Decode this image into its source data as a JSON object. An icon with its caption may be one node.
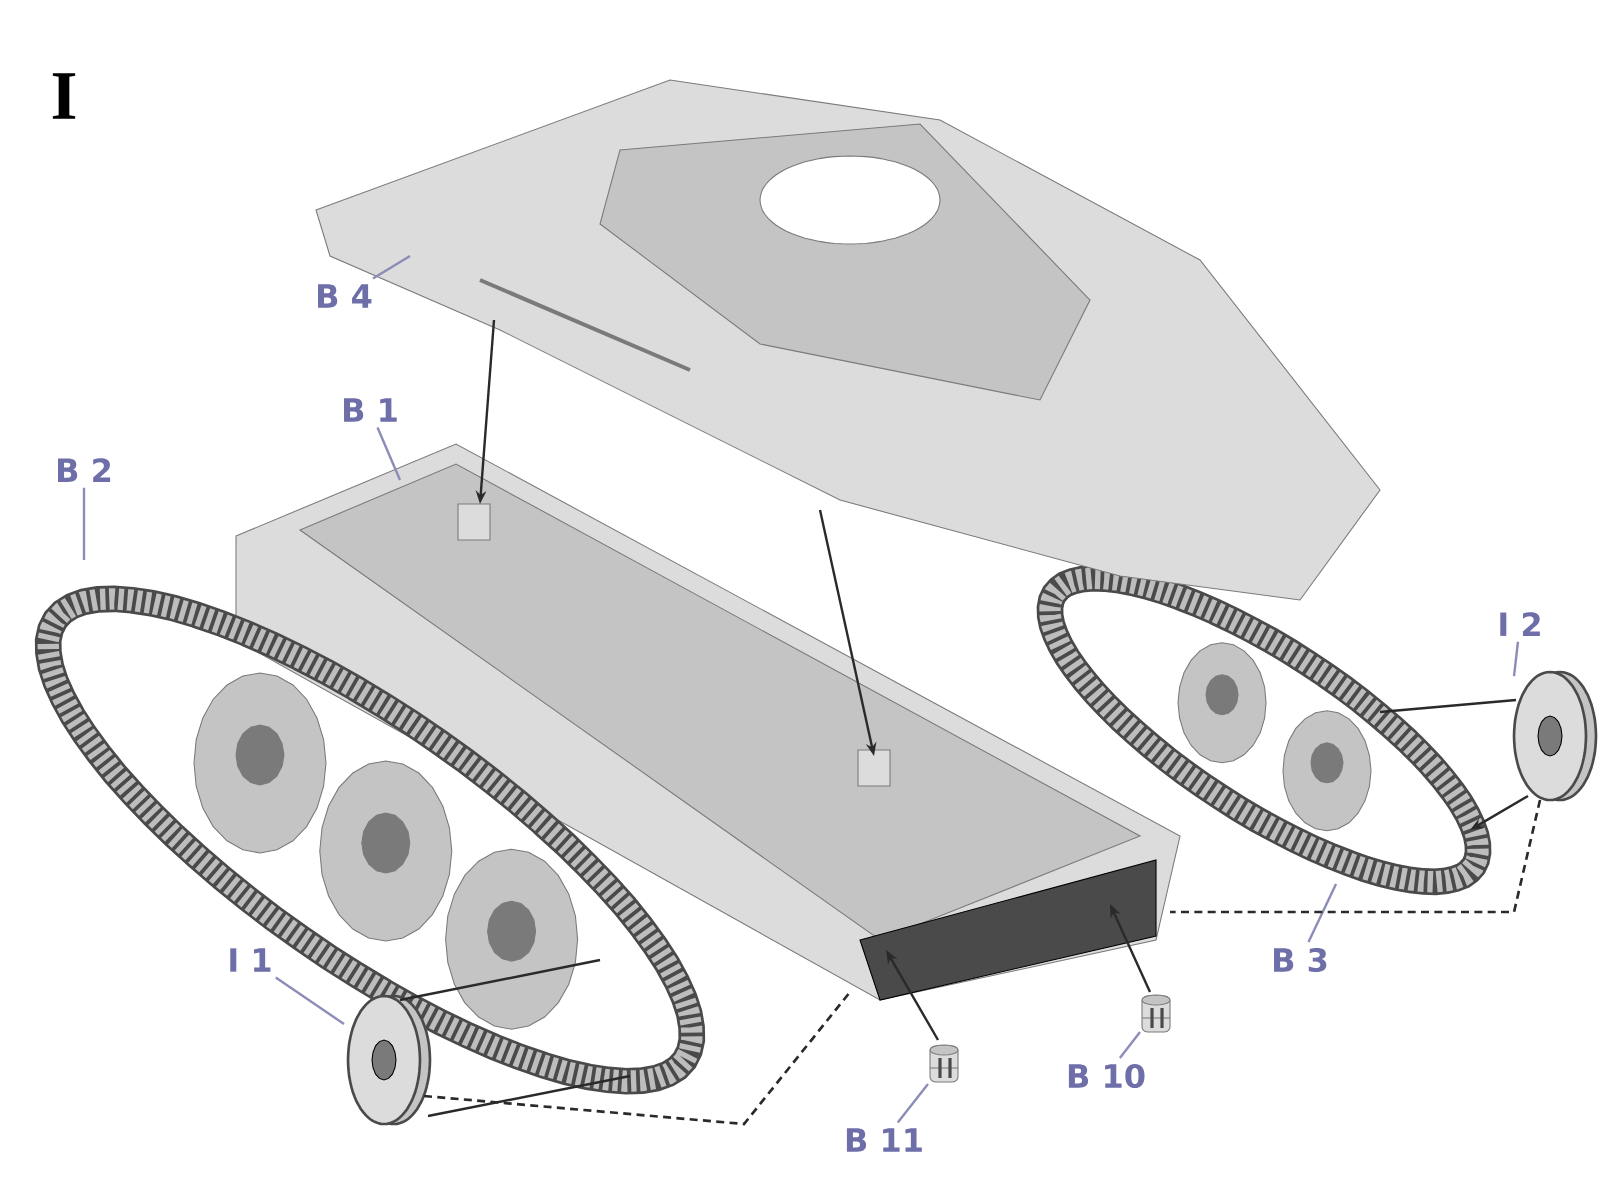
{
  "diagram": {
    "title": "I",
    "nodes": [
      {
        "text": [
          "B 4"
        ]
      },
      {
        "text": [
          "B 1"
        ]
      },
      {
        "text": [
          "B 2"
        ]
      },
      {
        "text": [
          "I 1"
        ]
      },
      {
        "text": [
          "I 2"
        ]
      },
      {
        "text": [
          "B 3"
        ]
      },
      {
        "text": [
          "B 10"
        ]
      },
      {
        "text": [
          "B 11"
        ]
      },
      {
        "text": [],
        "shape": "picture"
      },
      {
        "text": [],
        "shape": "picture"
      },
      {
        "text": [],
        "shape": "picture"
      },
      {
        "text": [],
        "shape": "picture"
      },
      {
        "text": [],
        "shape": "picture"
      },
      {
        "text": [],
        "shape": "picture"
      },
      {
        "text": [],
        "shape": "picture"
      },
      {
        "text": [],
        "shape": "picture"
      }
    ],
    "edges": [
      {
        "from": 0,
        "to": 8,
        "arrow": "none",
        "color": "#8c8cb8"
      },
      {
        "from": 1,
        "to": 9,
        "arrow": "none",
        "color": "#8c8cb8"
      },
      {
        "from": 2,
        "to": 10,
        "arrow": "none",
        "color": "#8c8cb8"
      },
      {
        "from": 3,
        "to": 12,
        "arrow": "none",
        "color": "#8c8cb8"
      },
      {
        "from": 4,
        "to": 13,
        "arrow": "none",
        "color": "#8c8cb8"
      },
      {
        "from": 5,
        "to": 11,
        "arrow": "none",
        "color": "#8c8cb8"
      },
      {
        "from": 6,
        "to": 14,
        "arrow": "none",
        "color": "#8c8cb8"
      },
      {
        "from": 7,
        "to": 15,
        "arrow": "none",
        "color": "#8c8cb8"
      },
      {
        "from": 8,
        "to": 9,
        "arrow": "to"
      },
      {
        "from": 8,
        "to": 9,
        "arrow": "to"
      },
      {
        "from": 14,
        "to": 9,
        "arrow": "to"
      },
      {
        "from": 15,
        "to": 9,
        "arrow": "to"
      },
      {
        "from": 13,
        "to": 11,
        "arrow": "none"
      },
      {
        "from": 13,
        "to": 11,
        "arrow": "to"
      },
      {
        "from": 13,
        "to": 9,
        "arrow": "none",
        "style": "dashed"
      },
      {
        "from": 12,
        "to": 10,
        "arrow": "none"
      },
      {
        "from": 12,
        "to": 10,
        "arrow": "none"
      },
      {
        "from": 12,
        "to": 9,
        "arrow": "none",
        "style": "dashed"
      }
    ]
  }
}
